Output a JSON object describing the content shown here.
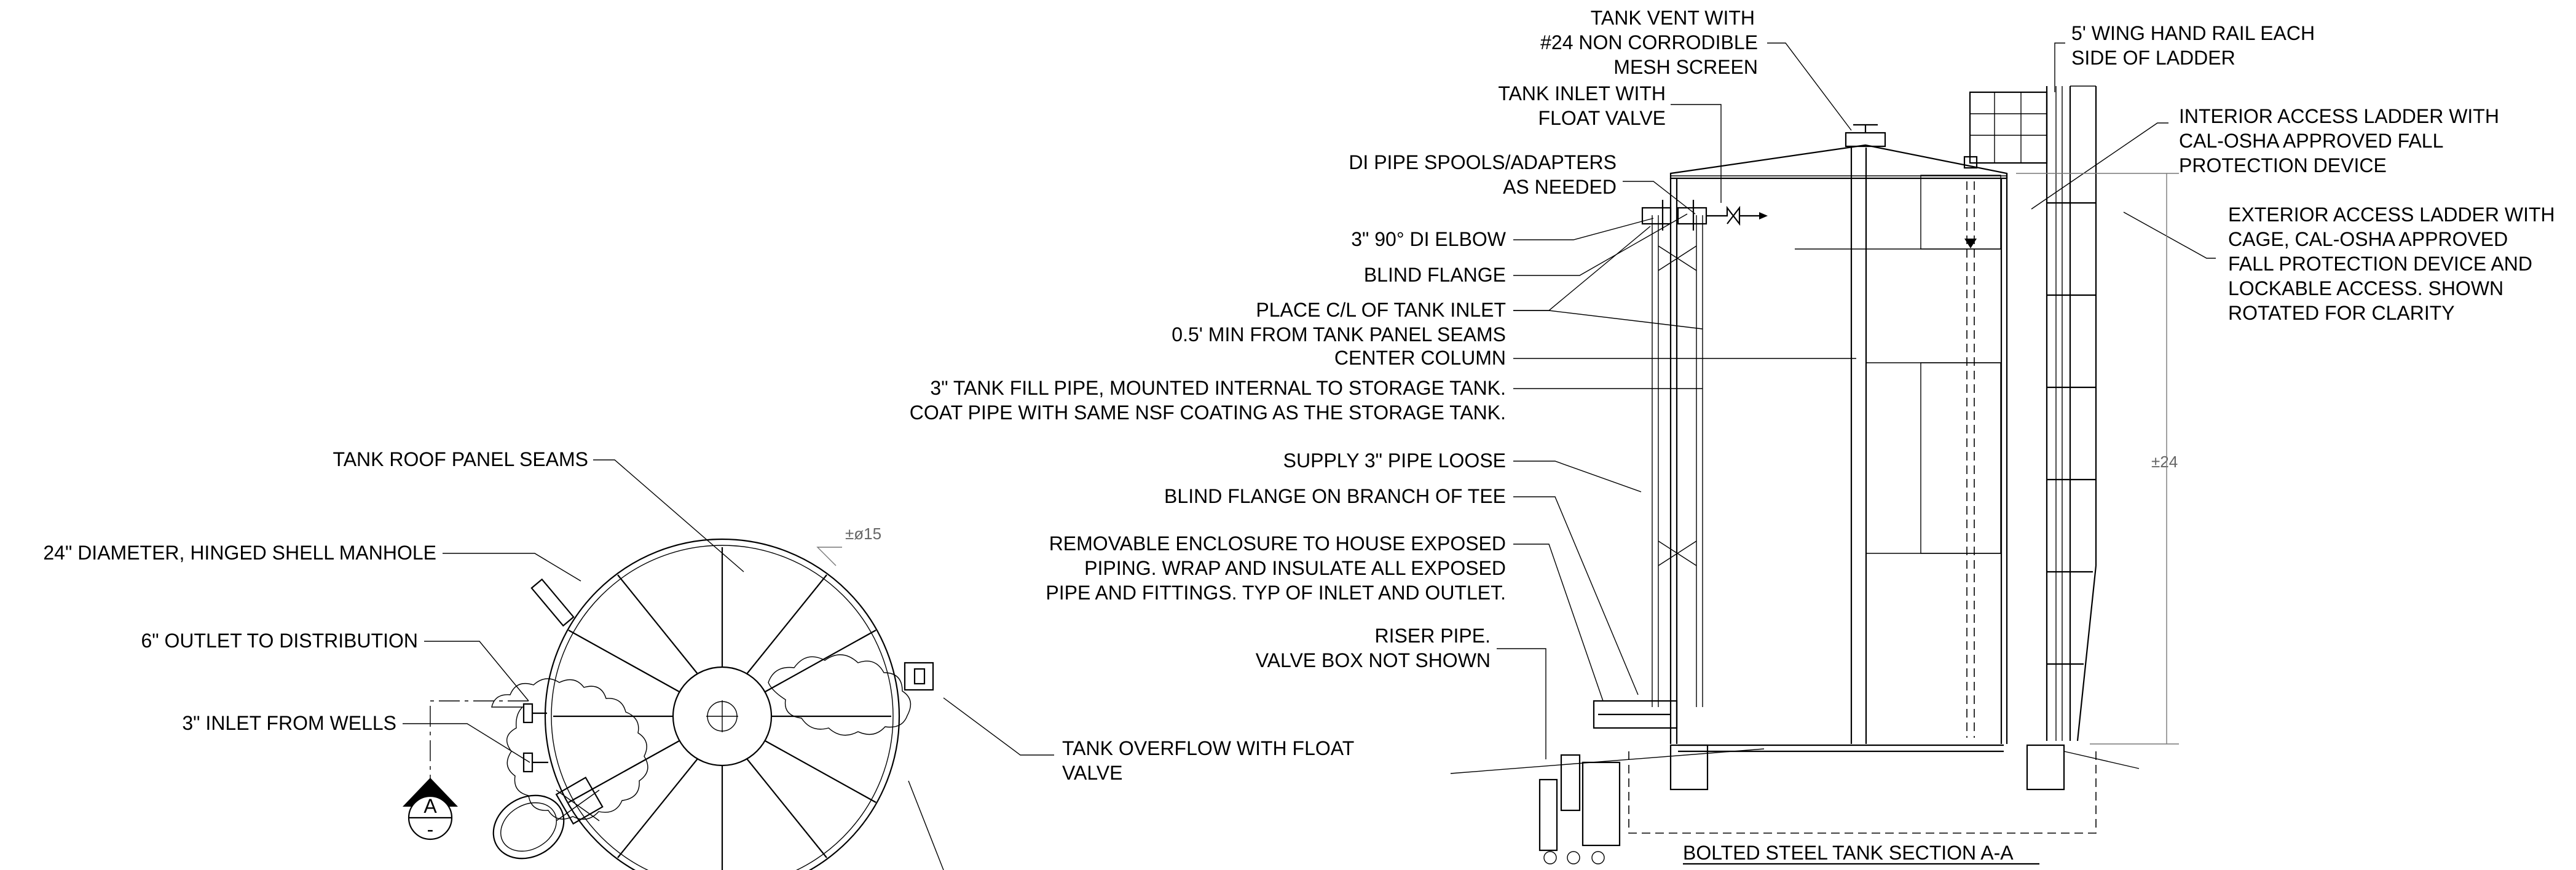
{
  "notes": {
    "tank_vent": [
      "TANK VENT WITH",
      "#24 NON CORRODIBLE",
      "MESH SCREEN"
    ],
    "tank_inlet": [
      "TANK INLET WITH",
      "FLOAT VALVE"
    ],
    "di_pipe": [
      "DI PIPE SPOOLS/ADAPTERS",
      "AS NEEDED"
    ],
    "elbow": [
      "3\" 90° DI ELBOW"
    ],
    "blind_flange": [
      "BLIND FLANGE"
    ],
    "place_cl": [
      "PLACE C/L OF TANK INLET",
      "0.5' MIN FROM TANK PANEL SEAMS"
    ],
    "center_column": [
      "CENTER COLUMN"
    ],
    "fill_pipe": [
      "3\" TANK FILL PIPE, MOUNTED INTERNAL TO STORAGE TANK.",
      "COAT PIPE WITH SAME NSF COATING AS THE STORAGE TANK."
    ],
    "supply_pipe": [
      "SUPPLY 3\" PIPE LOOSE"
    ],
    "blind_flange_tee": [
      "BLIND FLANGE ON BRANCH OF TEE"
    ],
    "enclosure": [
      "REMOVABLE ENCLOSURE TO HOUSE EXPOSED",
      "PIPING. WRAP AND INSULATE ALL EXPOSED",
      "PIPE AND FITTINGS. TYP OF INLET AND OUTLET."
    ],
    "riser": [
      "RISER PIPE.",
      "VALVE BOX NOT SHOWN"
    ],
    "wing_rail": [
      "5' WING HAND RAIL EACH",
      "SIDE OF LADDER"
    ],
    "interior_ladder": [
      "INTERIOR ACCESS LADDER WITH",
      "CAL-OSHA APPROVED FALL",
      "PROTECTION DEVICE"
    ],
    "exterior_ladder": [
      "EXTERIOR ACCESS LADDER WITH",
      "CAGE, CAL-OSHA APPROVED",
      "FALL PROTECTION DEVICE AND",
      "LOCKABLE ACCESS. SHOWN",
      "ROTATED FOR CLARITY"
    ],
    "roof_seams": [
      "TANK ROOF PANEL SEAMS"
    ],
    "manhole": [
      "24\" DIAMETER, HINGED SHELL MANHOLE"
    ],
    "outlet": [
      "6\" OUTLET TO DISTRIBUTION"
    ],
    "inlet_wells": [
      "3\" INLET FROM WELLS"
    ],
    "overflow": [
      "TANK OVERFLOW WITH FLOAT",
      "VALVE"
    ]
  },
  "dimensions": {
    "diameter": "±ø15",
    "height": "±24"
  },
  "section_marker": {
    "letter": "A",
    "sub": "-"
  },
  "section_title": "BOLTED STEEL TANK SECTION A-A"
}
